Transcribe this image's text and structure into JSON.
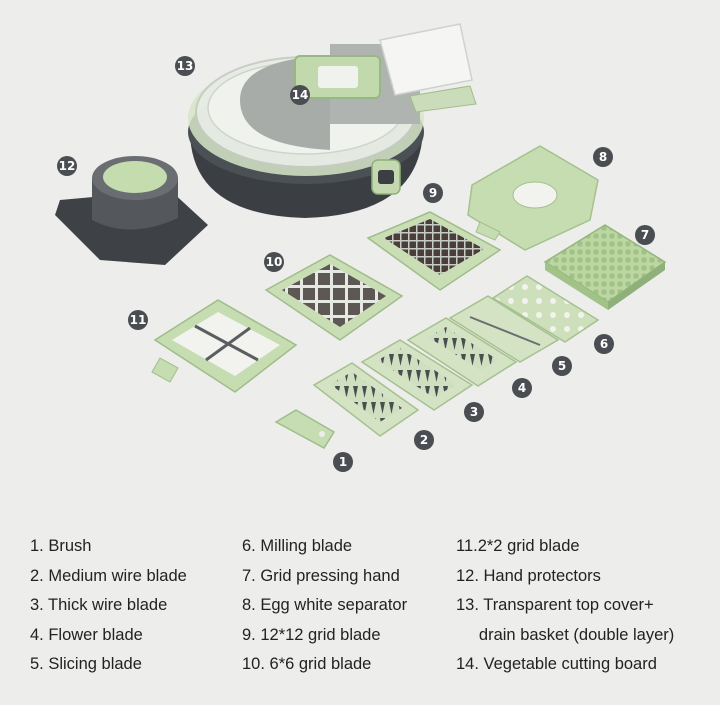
{
  "colors": {
    "background": "#ededeb",
    "green": "#b7d3a0",
    "green_dark": "#8fb07a",
    "gray_dark": "#3b3f44",
    "badge": "#4a4e52"
  },
  "badges": [
    "1",
    "2",
    "3",
    "4",
    "5",
    "6",
    "7",
    "8",
    "9",
    "10",
    "11",
    "12",
    "13",
    "14"
  ],
  "legend": {
    "column1": [
      "1. Brush",
      "2.  Medium wire blade",
      "3.  Thick wire blade",
      "4.  Flower blade",
      "5.  Slicing blade"
    ],
    "column2": [
      "6.  Milling blade",
      "7.  Grid pressing hand",
      "8.  Egg white separator",
      "9.  12*12 grid blade",
      "10. 6*6 grid blade"
    ],
    "column3": [
      "11.2*2 grid blade",
      "12. Hand protectors",
      "13. Transparent top cover+",
      "     drain basket (double layer)",
      "14.  Vegetable cutting board"
    ]
  }
}
